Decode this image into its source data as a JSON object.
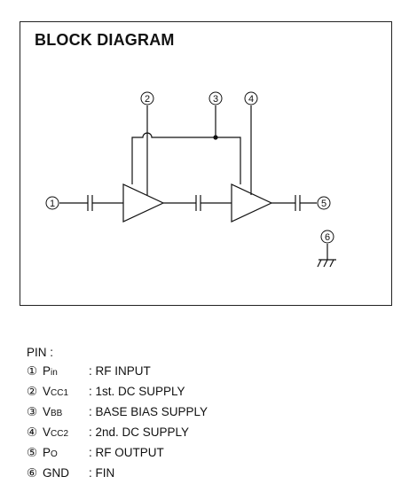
{
  "diagram": {
    "title": "BLOCK DIAGRAM",
    "node_labels": [
      "1",
      "2",
      "3",
      "4",
      "5",
      "6"
    ]
  },
  "pins": {
    "heading": "PIN :",
    "items": [
      {
        "num": "①",
        "name_main": "P",
        "name_sub": "in",
        "desc": ": RF INPUT"
      },
      {
        "num": "②",
        "name_main": "V",
        "name_sub": "CC1",
        "desc": ": 1st. DC SUPPLY"
      },
      {
        "num": "③",
        "name_main": "V",
        "name_sub": "BB",
        "desc": ": BASE BIAS SUPPLY"
      },
      {
        "num": "④",
        "name_main": "V",
        "name_sub": "CC2",
        "desc": ": 2nd. DC SUPPLY"
      },
      {
        "num": "⑤",
        "name_main": "P",
        "name_sub": "O",
        "desc": ": RF OUTPUT"
      },
      {
        "num": "⑥",
        "name_main": "GND",
        "name_sub": "",
        "desc": ": FIN"
      }
    ]
  }
}
